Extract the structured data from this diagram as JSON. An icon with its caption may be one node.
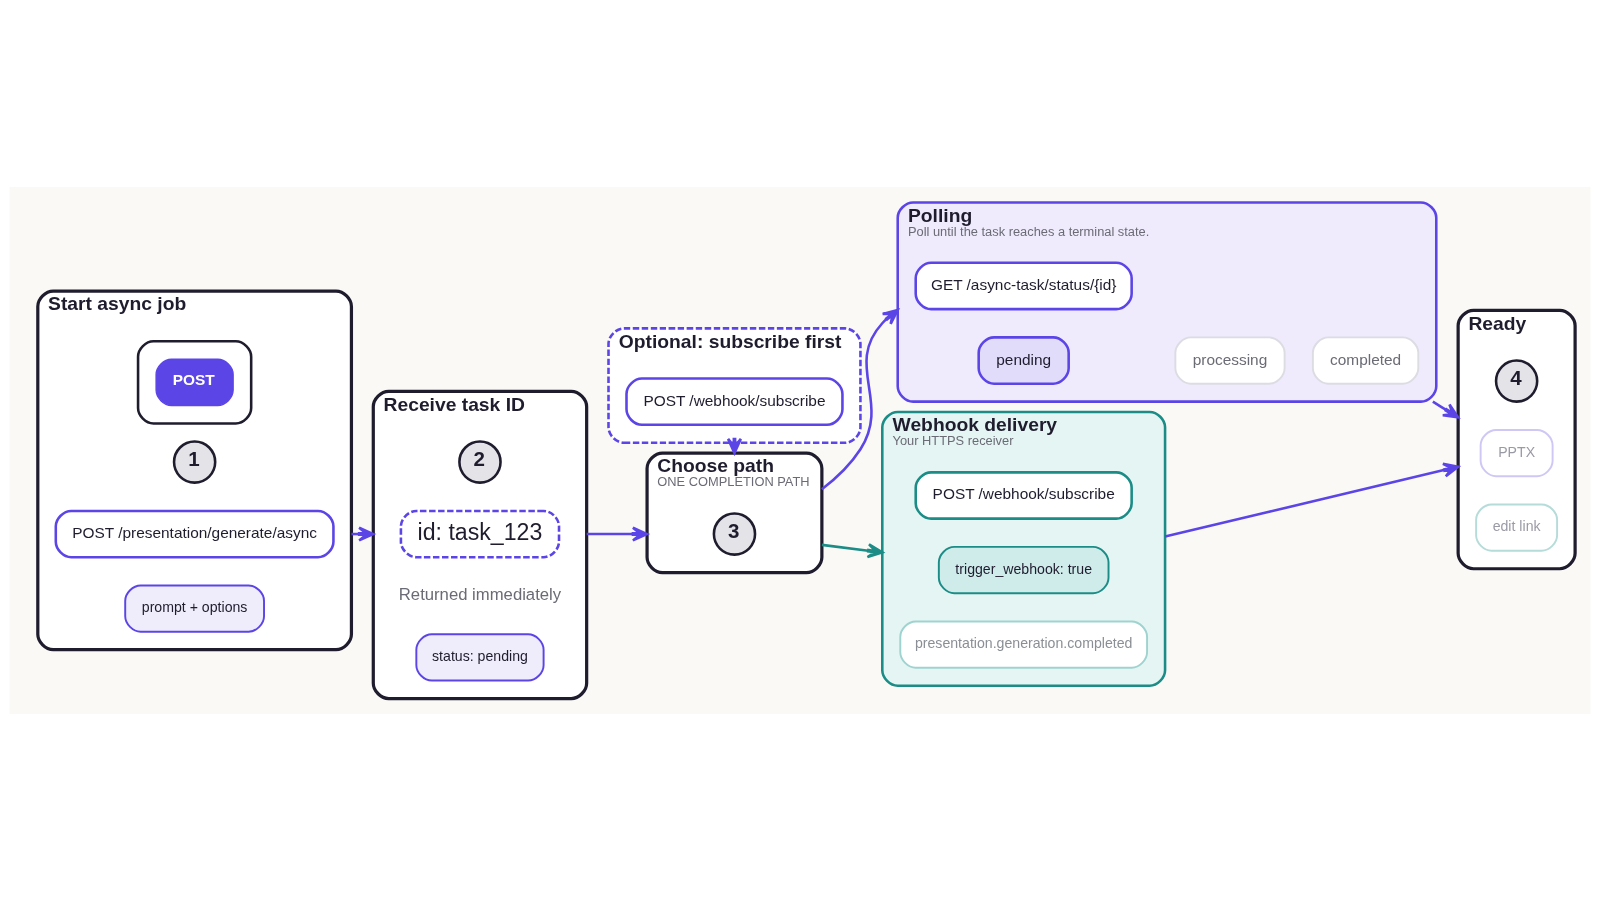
{
  "diagram": {
    "nodes": [
      {
        "text": [
          "Start async job"
        ]
      },
      {
        "text": [
          "1"
        ],
        "in": 0
      },
      {
        "text": [],
        "shape": "box",
        "in": 0
      },
      {
        "text": [
          "POST"
        ],
        "in": 2
      },
      {
        "text": [
          "POST /presentation/generate/async"
        ],
        "in": 0
      },
      {
        "text": [
          "prompt + options"
        ],
        "in": 0
      },
      {
        "text": [
          "Receive task ID"
        ]
      },
      {
        "text": [
          "2"
        ],
        "in": 6
      },
      {
        "text": [
          "id: task_123"
        ],
        "in": 6,
        "beside": [
          "Returned immediately"
        ]
      },
      {
        "text": [
          "status: pending"
        ],
        "in": 6
      },
      {
        "text": [
          "Optional: subscribe first"
        ]
      },
      {
        "text": [
          "POST /webhook/subscribe"
        ],
        "in": 10
      },
      {
        "text": [
          "Choose path",
          "ONE COMPLETION PATH"
        ]
      },
      {
        "text": [
          "3"
        ],
        "in": 12
      },
      {
        "text": [
          "Polling",
          "Poll until the task reaches a terminal state."
        ]
      },
      {
        "text": [
          "GET /async-task/status/{id}"
        ],
        "in": 14
      },
      {
        "text": [
          "pending"
        ],
        "in": 14
      },
      {
        "text": [
          "processing"
        ],
        "in": 14
      },
      {
        "text": [
          "completed"
        ],
        "in": 14
      },
      {
        "text": [
          "Webhook delivery",
          "Your HTTPS receiver"
        ]
      },
      {
        "text": [
          "POST /webhook/subscribe"
        ],
        "in": 19
      },
      {
        "text": [
          "trigger_webhook: true"
        ],
        "in": 19
      },
      {
        "text": [
          "presentation.generation.completed"
        ],
        "in": 19
      },
      {
        "text": [
          "Ready"
        ]
      },
      {
        "text": [
          "4"
        ],
        "in": 23
      },
      {
        "text": [
          "PPTX"
        ],
        "in": 23
      },
      {
        "text": [
          "edit link"
        ],
        "in": 23
      }
    ],
    "edges": [
      {
        "from": 0,
        "to": 6,
        "arrow": "to"
      },
      {
        "from": 6,
        "to": 12,
        "arrow": "to"
      },
      {
        "from": 10,
        "to": 12,
        "arrow": "to",
        "style": "dashed"
      },
      {
        "from": 12,
        "to": 14,
        "arrow": "to"
      },
      {
        "from": 12,
        "to": 19,
        "arrow": "to",
        "color": "#1b8c86"
      },
      {
        "from": 14,
        "to": 23,
        "arrow": "to"
      },
      {
        "from": 19,
        "to": 23,
        "arrow": "to"
      }
    ]
  }
}
